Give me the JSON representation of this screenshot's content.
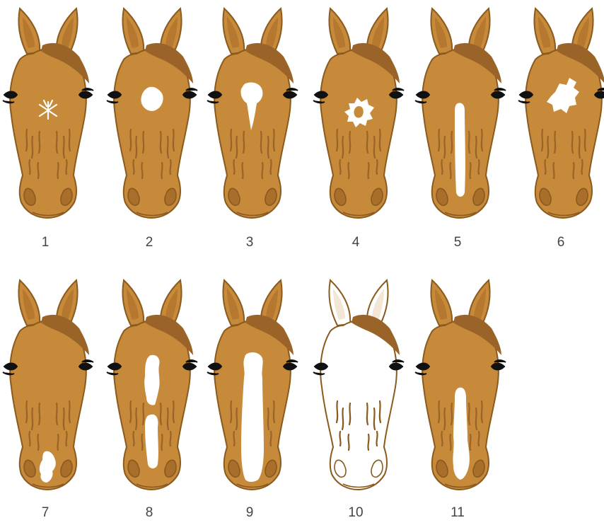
{
  "colors": {
    "coat": "#c68a3a",
    "outline": "#8a5a1e",
    "mane": "#9a6428",
    "marking": "#ffffff",
    "eye": "#111111",
    "number": "#444444"
  },
  "heads": [
    {
      "number": "1",
      "marking": "star-spark"
    },
    {
      "number": "2",
      "marking": "star"
    },
    {
      "number": "3",
      "marking": "star-and-stripe"
    },
    {
      "number": "4",
      "marking": "ring-star"
    },
    {
      "number": "5",
      "marking": "stripe"
    },
    {
      "number": "6",
      "marking": "irregular-star"
    },
    {
      "number": "7",
      "marking": "snip"
    },
    {
      "number": "8",
      "marking": "broken-blaze"
    },
    {
      "number": "9",
      "marking": "blaze"
    },
    {
      "number": "10",
      "marking": "white-face"
    },
    {
      "number": "11",
      "marking": "stripe-and-snip"
    }
  ]
}
